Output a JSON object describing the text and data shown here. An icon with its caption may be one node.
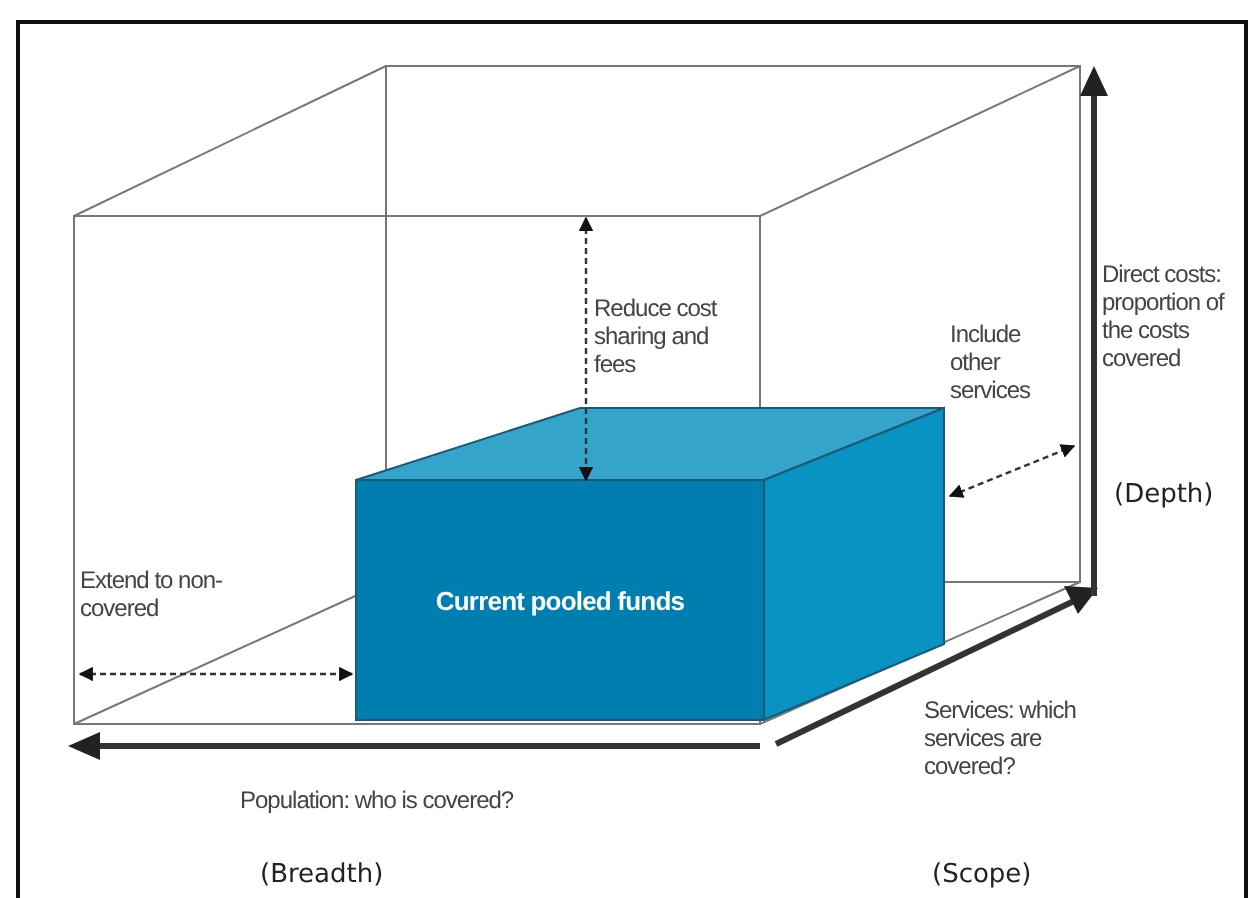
{
  "diagram": {
    "nodes": [
      {
        "text": [],
        "shape": "box"
      },
      {
        "text": [
          "Current pooled funds"
        ]
      }
    ],
    "edges": [
      {
        "from": 0,
        "to": 1,
        "arrow": "both",
        "style": "dashed",
        "label": "Reduce cost sharing and fees"
      },
      {
        "from": 0,
        "to": 1,
        "arrow": "both",
        "style": "dashed",
        "label": "Extend to non-covered"
      },
      {
        "from": 1,
        "to": 0,
        "arrow": "both",
        "style": "dashed",
        "label": "Include other services"
      }
    ],
    "labels": [
      "Direct costs: proportion of the costs covered",
      "(Depth)",
      "Population: who is covered?",
      "Services: which services are covered?",
      "(Breadth)",
      "(Scope)"
    ]
  }
}
